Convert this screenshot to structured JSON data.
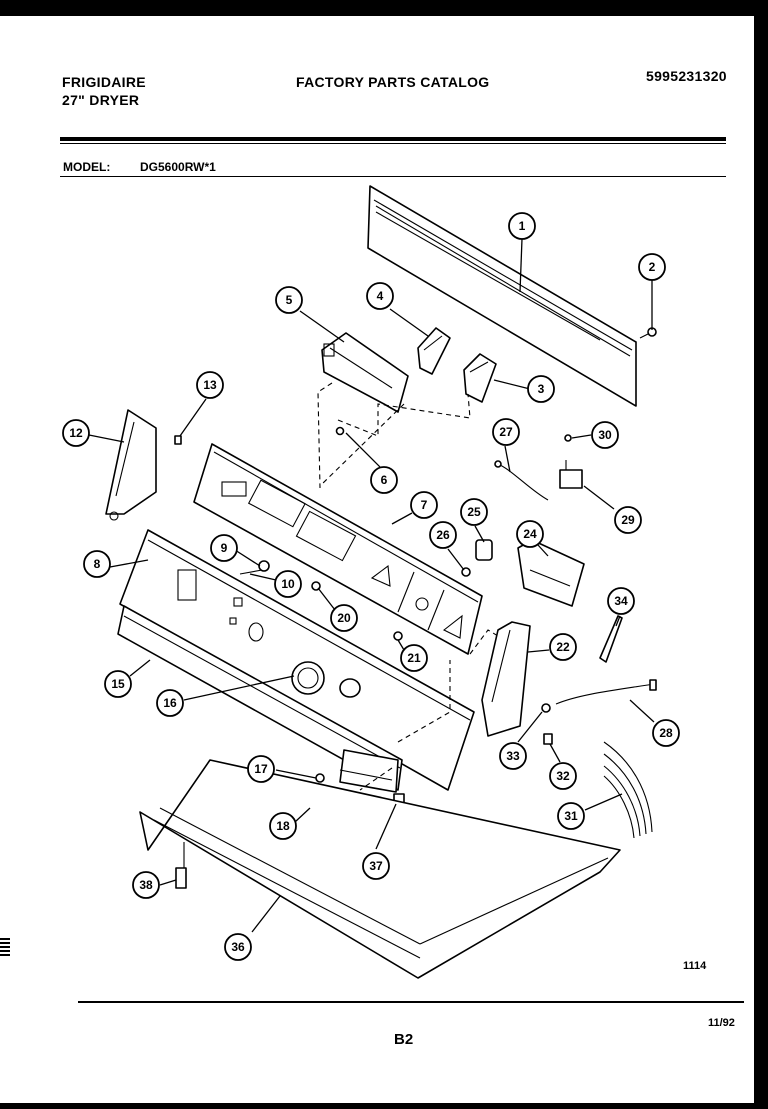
{
  "header": {
    "brand": "FRIGIDAIRE",
    "product": "27\" DRYER",
    "catalog_title": "FACTORY PARTS CATALOG",
    "part_number": "5995231320"
  },
  "model": {
    "label": "MODEL:",
    "value": "DG5600RW*1"
  },
  "footer": {
    "figure_number": "1114",
    "page": "B2",
    "date": "11/92"
  },
  "callouts": [
    {
      "id": "1",
      "label": "1"
    },
    {
      "id": "2",
      "label": "2"
    },
    {
      "id": "3",
      "label": "3"
    },
    {
      "id": "4",
      "label": "4"
    },
    {
      "id": "5",
      "label": "5"
    },
    {
      "id": "6",
      "label": "6"
    },
    {
      "id": "7",
      "label": "7"
    },
    {
      "id": "8",
      "label": "8"
    },
    {
      "id": "9",
      "label": "9"
    },
    {
      "id": "10",
      "label": "10"
    },
    {
      "id": "12",
      "label": "12"
    },
    {
      "id": "13",
      "label": "13"
    },
    {
      "id": "15",
      "label": "15"
    },
    {
      "id": "16",
      "label": "16"
    },
    {
      "id": "17",
      "label": "17"
    },
    {
      "id": "18",
      "label": "18"
    },
    {
      "id": "20",
      "label": "20"
    },
    {
      "id": "21",
      "label": "21"
    },
    {
      "id": "22",
      "label": "22"
    },
    {
      "id": "24",
      "label": "24"
    },
    {
      "id": "25",
      "label": "25"
    },
    {
      "id": "26",
      "label": "26"
    },
    {
      "id": "27",
      "label": "27"
    },
    {
      "id": "28",
      "label": "28"
    },
    {
      "id": "29",
      "label": "29"
    },
    {
      "id": "30",
      "label": "30"
    },
    {
      "id": "31",
      "label": "31"
    },
    {
      "id": "32",
      "label": "32"
    },
    {
      "id": "33",
      "label": "33"
    },
    {
      "id": "34",
      "label": "34"
    },
    {
      "id": "36",
      "label": "36"
    },
    {
      "id": "37",
      "label": "37"
    },
    {
      "id": "38",
      "label": "38"
    }
  ]
}
